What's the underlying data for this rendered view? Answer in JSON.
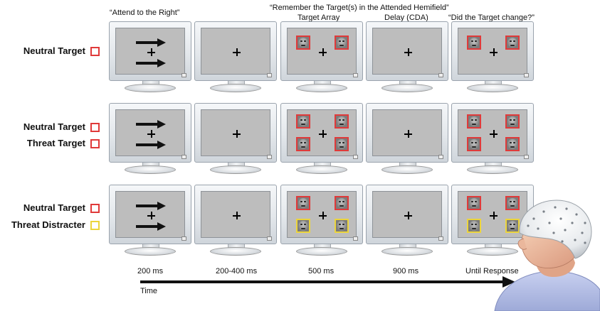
{
  "header": {
    "col1_caption": "“Attend to the Right”",
    "group_caption": "“Remember the Target(s) in the Attended Hemifield”",
    "col3_caption": "Target Array",
    "col4_caption": "Delay (CDA)",
    "col5_caption": "“Did the Target change?”"
  },
  "rows": [
    {
      "labels": [
        {
          "text": "Neutral Target",
          "color": "#e03a3a"
        }
      ]
    },
    {
      "labels": [
        {
          "text": "Neutral Target",
          "color": "#e03a3a"
        },
        {
          "text": "Threat Target",
          "color": "#e03a3a"
        }
      ]
    },
    {
      "labels": [
        {
          "text": "Neutral Target",
          "color": "#e03a3a"
        },
        {
          "text": "Threat Distracter",
          "color": "#ecd53c"
        }
      ]
    }
  ],
  "timings": [
    "200 ms",
    "200-400 ms",
    "500 ms",
    "900 ms",
    "Until Response"
  ],
  "timeline": {
    "label": "Time"
  },
  "colors": {
    "target": "#e03a3a",
    "distracter": "#ecd53c",
    "screen": "#bdbdbd"
  },
  "icons": [
    "right-arrow-icon",
    "fixation-cross-icon",
    "face-stimulus-icon",
    "monitor-icon",
    "eeg-cap-head-icon"
  ]
}
